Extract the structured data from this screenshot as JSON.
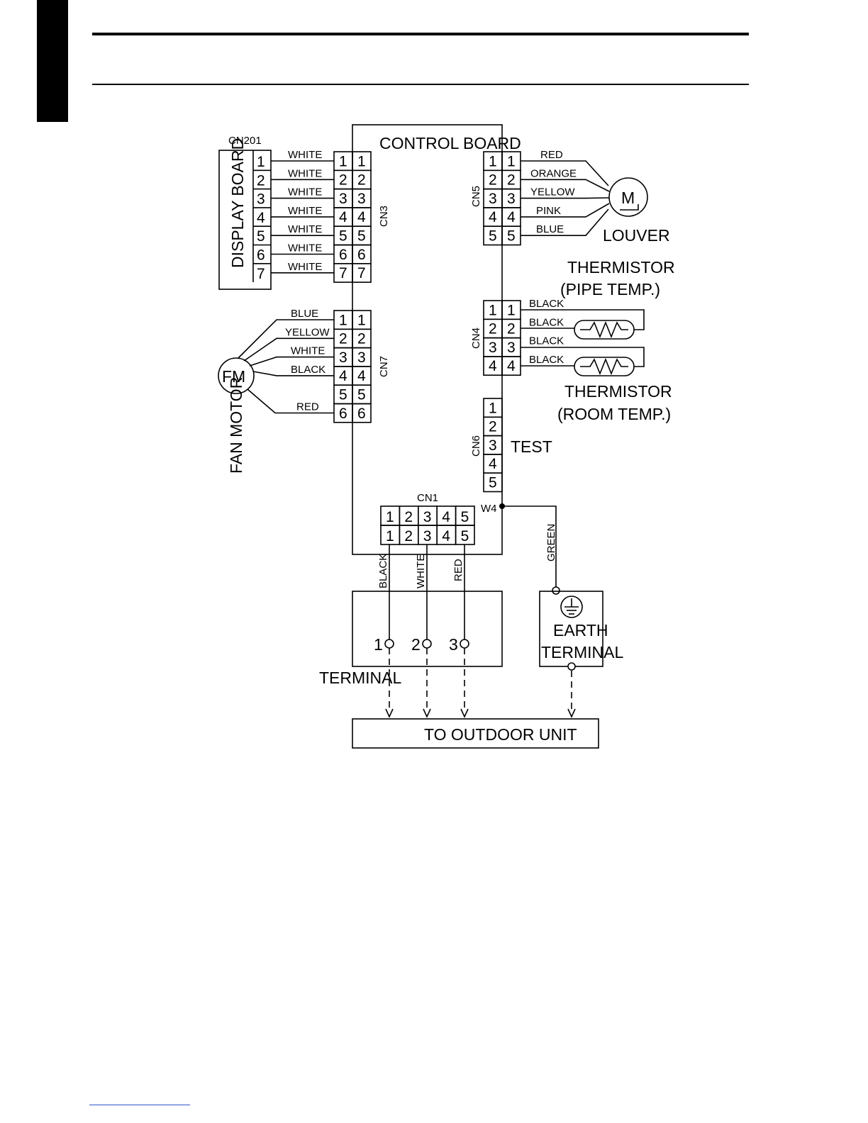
{
  "diagram": {
    "control_board": "CONTROL BOARD",
    "display_board": "DISPLAY BOARD",
    "cn201": "CN201",
    "cn3": "CN3",
    "cn5": "CN5",
    "cn4": "CN4",
    "cn6": "CN6",
    "cn7": "CN7",
    "cn1": "CN1",
    "w4": "W4",
    "louver": "LOUVER",
    "louver_motor_symbol": "M",
    "fan_motor_symbol": "FM",
    "fan_motor": "FAN MOTOR",
    "thermistor_pipe_line1": "THERMISTOR",
    "thermistor_pipe_line2": "(PIPE TEMP.)",
    "thermistor_room_line1": "THERMISTOR",
    "thermistor_room_line2": "(ROOM TEMP.)",
    "test": "TEST",
    "terminal": "TERMINAL",
    "earth_line1": "EARTH",
    "earth_line2": "TERMINAL",
    "outdoor": "TO OUTDOOR UNIT",
    "wire_green": "GREEN",
    "pins_7": [
      "1",
      "2",
      "3",
      "4",
      "5",
      "6",
      "7"
    ],
    "pins_6": [
      "1",
      "2",
      "3",
      "4",
      "5",
      "6"
    ],
    "pins_5": [
      "1",
      "2",
      "3",
      "4",
      "5"
    ],
    "pins_4": [
      "1",
      "2",
      "3",
      "4"
    ],
    "terminal_pins": [
      "1",
      "2",
      "3"
    ],
    "cn3_wires": [
      "WHITE",
      "WHITE",
      "WHITE",
      "WHITE",
      "WHITE",
      "WHITE",
      "WHITE"
    ],
    "cn5_wires": [
      "RED",
      "ORANGE",
      "YELLOW",
      "PINK",
      "BLUE"
    ],
    "cn4_wires": [
      "BLACK",
      "BLACK",
      "BLACK",
      "BLACK"
    ],
    "cn7_wires": [
      "BLUE",
      "YELLOW",
      "WHITE",
      "BLACK",
      "RED"
    ],
    "cn1_wires": [
      "BLACK",
      "WHITE",
      "RED"
    ]
  }
}
